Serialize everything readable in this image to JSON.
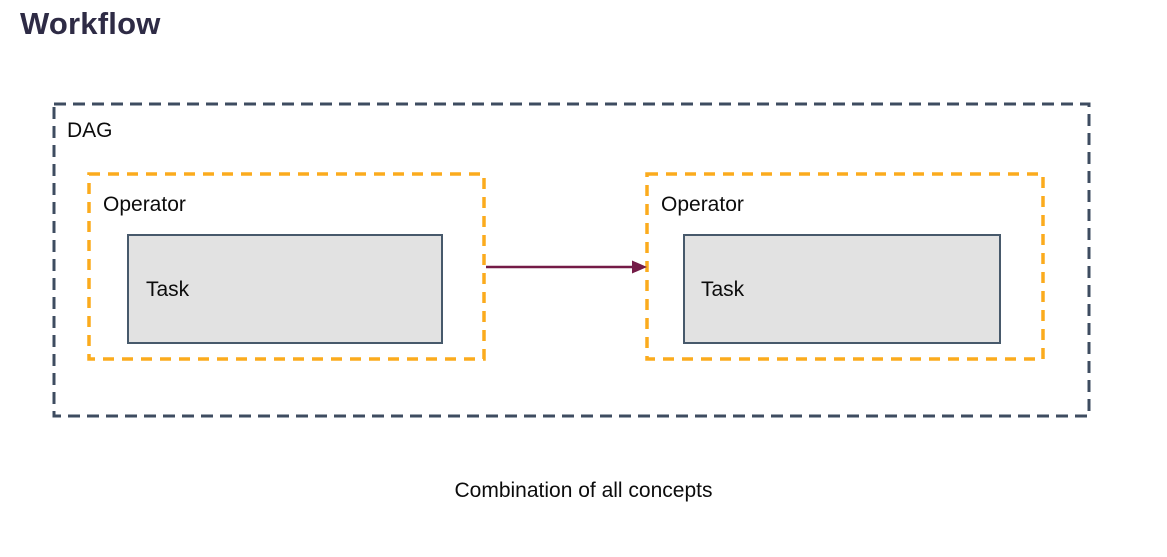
{
  "title": "Workflow",
  "caption": "Combination of all concepts",
  "colors": {
    "title_text": "#2e2b45",
    "label_text": "#0c0c0c",
    "dag_border": "#3e4c60",
    "operator_border": "#fbab1d",
    "task_fill": "#e2e2e2",
    "task_border": "#47596b",
    "arrow": "#741b47"
  },
  "diagram": {
    "dag": {
      "label": "DAG",
      "operators": [
        {
          "label": "Operator",
          "task": {
            "label": "Task"
          }
        },
        {
          "label": "Operator",
          "task": {
            "label": "Task"
          }
        }
      ],
      "edge": {
        "from": "operator-1",
        "to": "operator-2",
        "direction": "left-to-right"
      }
    }
  }
}
